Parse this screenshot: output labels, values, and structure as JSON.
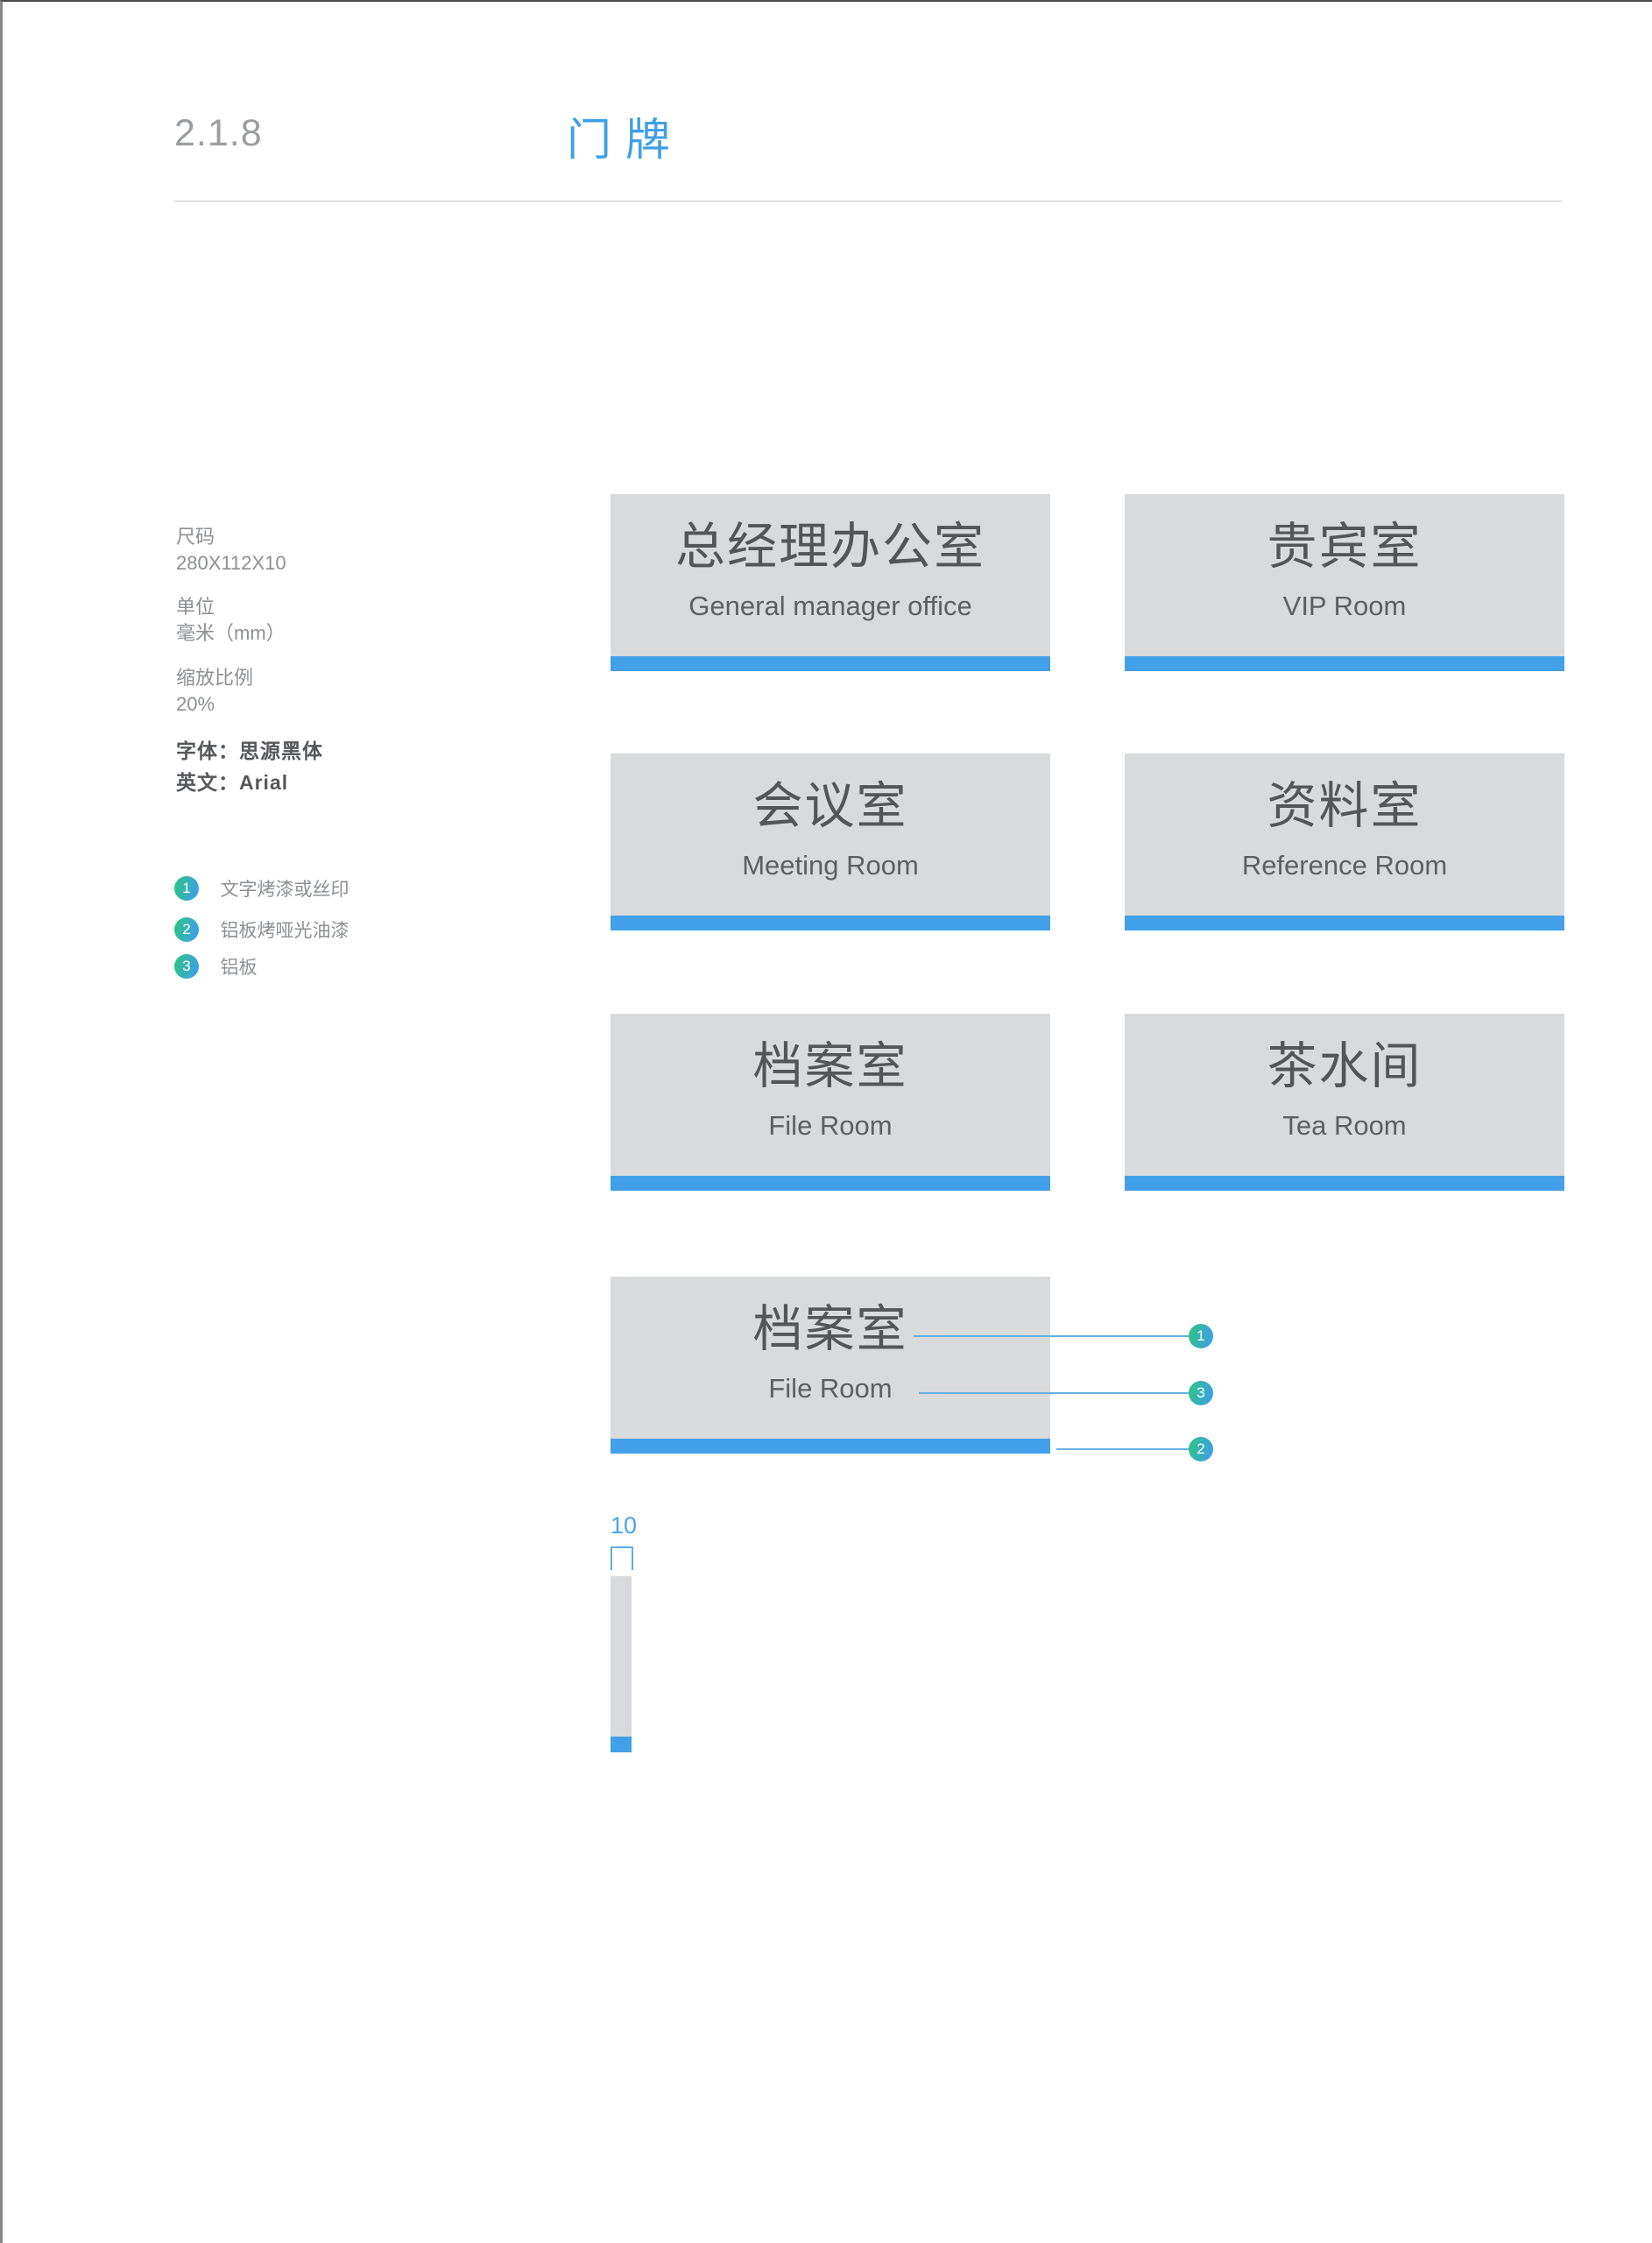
{
  "page": {
    "section_number": "2.1.8",
    "title": "门牌"
  },
  "specs": [
    {
      "label": "尺码",
      "value": "280X112X10"
    },
    {
      "label": "单位",
      "value": "毫米（mm）"
    },
    {
      "label": "缩放比例",
      "value": "20%"
    }
  ],
  "font_specs": [
    {
      "label": "字体：",
      "value": "思源黑体"
    },
    {
      "label": "英文：",
      "value": "Arial"
    }
  ],
  "legend": [
    {
      "num": "1",
      "label": "文字烤漆或丝印"
    },
    {
      "num": "2",
      "label": "铝板烤哑光油漆"
    },
    {
      "num": "3",
      "label": "铝板"
    }
  ],
  "signs": [
    {
      "zh": "总经理办公室",
      "en": "General manager office"
    },
    {
      "zh": "贵宾室",
      "en": "VIP Room"
    },
    {
      "zh": "会议室",
      "en": "Meeting Room"
    },
    {
      "zh": "资料室",
      "en": "Reference Room"
    },
    {
      "zh": "档案室",
      "en": "File Room"
    },
    {
      "zh": "茶水间",
      "en": "Tea Room"
    }
  ],
  "callout_sign": {
    "zh": "档案室",
    "en": "File Room"
  },
  "callout_markers": {
    "top": "1",
    "middle": "3",
    "bottom": "2"
  },
  "side_view": {
    "dimension": "10"
  },
  "colors": {
    "accent_blue": "#42A0E8",
    "title_blue": "#3F9FE8",
    "panel_gray": "#D9DADB",
    "panel_text": "#545557",
    "spec_gray": "#8D8F92",
    "dot_gradient_start": "#2FC18E",
    "dot_gradient_end": "#3E9FE8"
  }
}
